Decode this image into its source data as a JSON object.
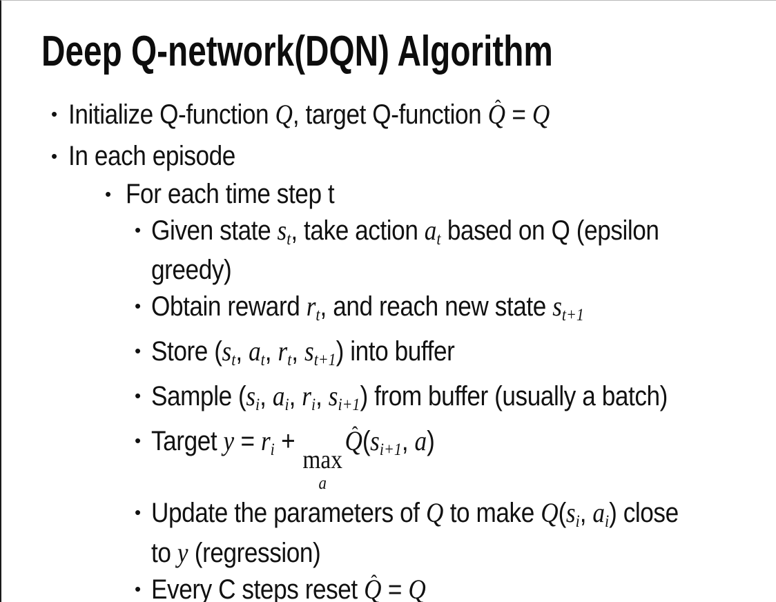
{
  "title": "Deep Q-network(DQN) Algorithm",
  "glyphs": {
    "bullet": "•",
    "hat": "ˆ"
  },
  "colors": {
    "background": "#ffffff",
    "text": "#111111",
    "edge_left": "#1a1a1a",
    "edge_top": "#b8b8b8"
  },
  "bullets": [
    {
      "level": 1,
      "segments": [
        {
          "k": "t",
          "v": "Initialize Q-function "
        },
        {
          "k": "m",
          "v": "Q"
        },
        {
          "k": "t",
          "v": ", target Q-function "
        },
        {
          "k": "hat",
          "v": "Q"
        },
        {
          "k": "t",
          "v": " = "
        },
        {
          "k": "m",
          "v": "Q"
        }
      ]
    },
    {
      "level": 1,
      "segments": [
        {
          "k": "t",
          "v": "In each episode"
        }
      ]
    },
    {
      "level": 2,
      "segments": [
        {
          "k": "t",
          "v": "For each time step t"
        }
      ]
    },
    {
      "level": 3,
      "segments": [
        {
          "k": "t",
          "v": "Given state "
        },
        {
          "k": "ms",
          "v": "s",
          "sub": "t"
        },
        {
          "k": "t",
          "v": ", take action "
        },
        {
          "k": "ms",
          "v": "a",
          "sub": "t"
        },
        {
          "k": "t",
          "v": " based on Q (epsilon"
        },
        {
          "k": "br"
        },
        {
          "k": "t",
          "v": "greedy)"
        }
      ]
    },
    {
      "level": 3,
      "segments": [
        {
          "k": "t",
          "v": "Obtain reward "
        },
        {
          "k": "ms",
          "v": "r",
          "sub": "t"
        },
        {
          "k": "t",
          "v": ", and reach new state "
        },
        {
          "k": "ms",
          "v": "s",
          "sub": "t+1"
        }
      ]
    },
    {
      "level": 3,
      "segments": [
        {
          "k": "t",
          "v": "Store ("
        },
        {
          "k": "ms",
          "v": "s",
          "sub": "t"
        },
        {
          "k": "t",
          "v": ", "
        },
        {
          "k": "ms",
          "v": "a",
          "sub": "t"
        },
        {
          "k": "t",
          "v": ", "
        },
        {
          "k": "ms",
          "v": "r",
          "sub": "t"
        },
        {
          "k": "t",
          "v": ", "
        },
        {
          "k": "ms",
          "v": "s",
          "sub": "t+1"
        },
        {
          "k": "t",
          "v": ") into buffer"
        }
      ]
    },
    {
      "level": 3,
      "segments": [
        {
          "k": "t",
          "v": "Sample ("
        },
        {
          "k": "ms",
          "v": "s",
          "sub": "i"
        },
        {
          "k": "t",
          "v": ", "
        },
        {
          "k": "ms",
          "v": "a",
          "sub": "i"
        },
        {
          "k": "t",
          "v": ", "
        },
        {
          "k": "ms",
          "v": "r",
          "sub": "i"
        },
        {
          "k": "t",
          "v": ", "
        },
        {
          "k": "ms",
          "v": "s",
          "sub": "i+1"
        },
        {
          "k": "t",
          "v": ") from buffer (usually a batch)"
        }
      ]
    },
    {
      "level": 3,
      "segments": [
        {
          "k": "t",
          "v": "Target "
        },
        {
          "k": "m",
          "v": "y"
        },
        {
          "k": "t",
          "v": " = "
        },
        {
          "k": "ms",
          "v": "r",
          "sub": "i"
        },
        {
          "k": "t",
          "v": " + "
        },
        {
          "k": "max",
          "top": "max",
          "bot": "a"
        },
        {
          "k": "hat",
          "v": "Q"
        },
        {
          "k": "t",
          "v": "("
        },
        {
          "k": "ms",
          "v": "s",
          "sub": "i+1"
        },
        {
          "k": "t",
          "v": ", "
        },
        {
          "k": "m",
          "v": "a"
        },
        {
          "k": "t",
          "v": ")"
        }
      ]
    },
    {
      "level": 3,
      "segments": [
        {
          "k": "t",
          "v": "Update the parameters of "
        },
        {
          "k": "m",
          "v": "Q"
        },
        {
          "k": "t",
          "v": " to make "
        },
        {
          "k": "m",
          "v": "Q"
        },
        {
          "k": "t",
          "v": "("
        },
        {
          "k": "ms",
          "v": "s",
          "sub": "i"
        },
        {
          "k": "t",
          "v": ", "
        },
        {
          "k": "ms",
          "v": "a",
          "sub": "i"
        },
        {
          "k": "t",
          "v": ") close"
        },
        {
          "k": "br"
        },
        {
          "k": "t",
          "v": "to "
        },
        {
          "k": "m",
          "v": "y"
        },
        {
          "k": "t",
          "v": " (regression)"
        }
      ]
    },
    {
      "level": 3,
      "segments": [
        {
          "k": "t",
          "v": "Every C steps reset "
        },
        {
          "k": "hat",
          "v": "Q"
        },
        {
          "k": "t",
          "v": " = "
        },
        {
          "k": "m",
          "v": "Q"
        }
      ]
    }
  ]
}
